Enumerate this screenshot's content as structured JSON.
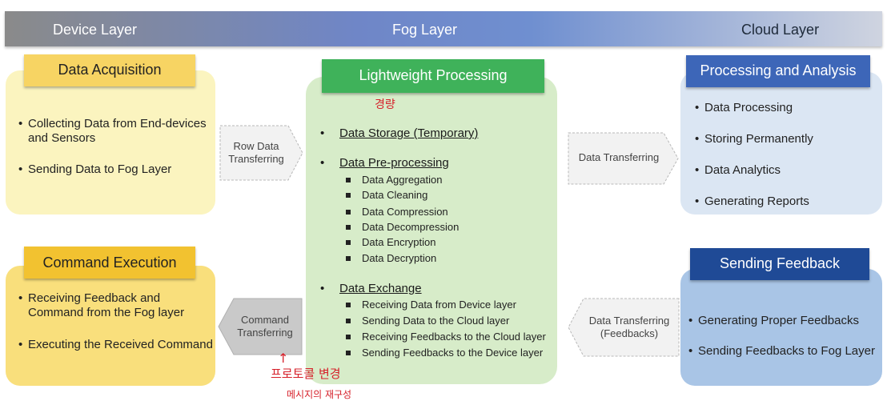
{
  "header": {
    "device_layer": "Device Layer",
    "fog_layer": "Fog Layer",
    "cloud_layer": "Cloud Layer"
  },
  "device": {
    "acquisition": {
      "title": "Data Acquisition",
      "bullets": [
        "Collecting Data from End-devices and Sensors",
        "Sending Data to Fog Layer"
      ]
    },
    "command": {
      "title": "Command Execution",
      "bullets": [
        "Receiving Feedback and Command from the Fog layer",
        "Executing the Received Command"
      ]
    }
  },
  "arrows": {
    "row_data": "Row Data Transferring",
    "command_transferring": "Command Transferring",
    "data_transferring": "Data Transferring",
    "data_transferring_feedbacks": "Data Transferring (Feedbacks)"
  },
  "fog": {
    "title": "Lightweight Processing",
    "storage": "Data Storage (Temporary)",
    "preprocessing": {
      "label": "Data Pre-processing",
      "items": [
        "Data Aggregation",
        "Data Cleaning",
        "Data Compression",
        "Data Decompression",
        "Data Encryption",
        "Data Decryption"
      ]
    },
    "exchange": {
      "label": "Data Exchange",
      "items": [
        "Receiving Data from Device layer",
        "Sending Data to the Cloud layer",
        "Receiving Feedbacks to the Cloud layer",
        "Sending Feedbacks to the Device layer"
      ]
    }
  },
  "cloud": {
    "processing": {
      "title": "Processing and Analysis",
      "bullets": [
        "Data Processing",
        "Storing Permanently",
        "Data Analytics",
        "Generating Reports"
      ]
    },
    "feedback": {
      "title": "Sending Feedback",
      "bullets": [
        "Generating Proper Feedbacks",
        "Sending Feedbacks to Fog Layer"
      ]
    }
  },
  "annotations": {
    "lightweight_note": "경량",
    "arrow_glyph": "↑",
    "protocol_note": "프로토콜 변경",
    "message_note": "메시지의 재구성"
  },
  "colors": {
    "device_box": "#fbf4bf",
    "device_title": "#f7d463",
    "fog_box": "#d7ecc9",
    "fog_title": "#3fb25a",
    "cloud_box": "#dbe6f3",
    "cloud_title_1": "#3d66b8",
    "cloud_title_2": "#1f4a96",
    "annotation": "#d6202a"
  }
}
